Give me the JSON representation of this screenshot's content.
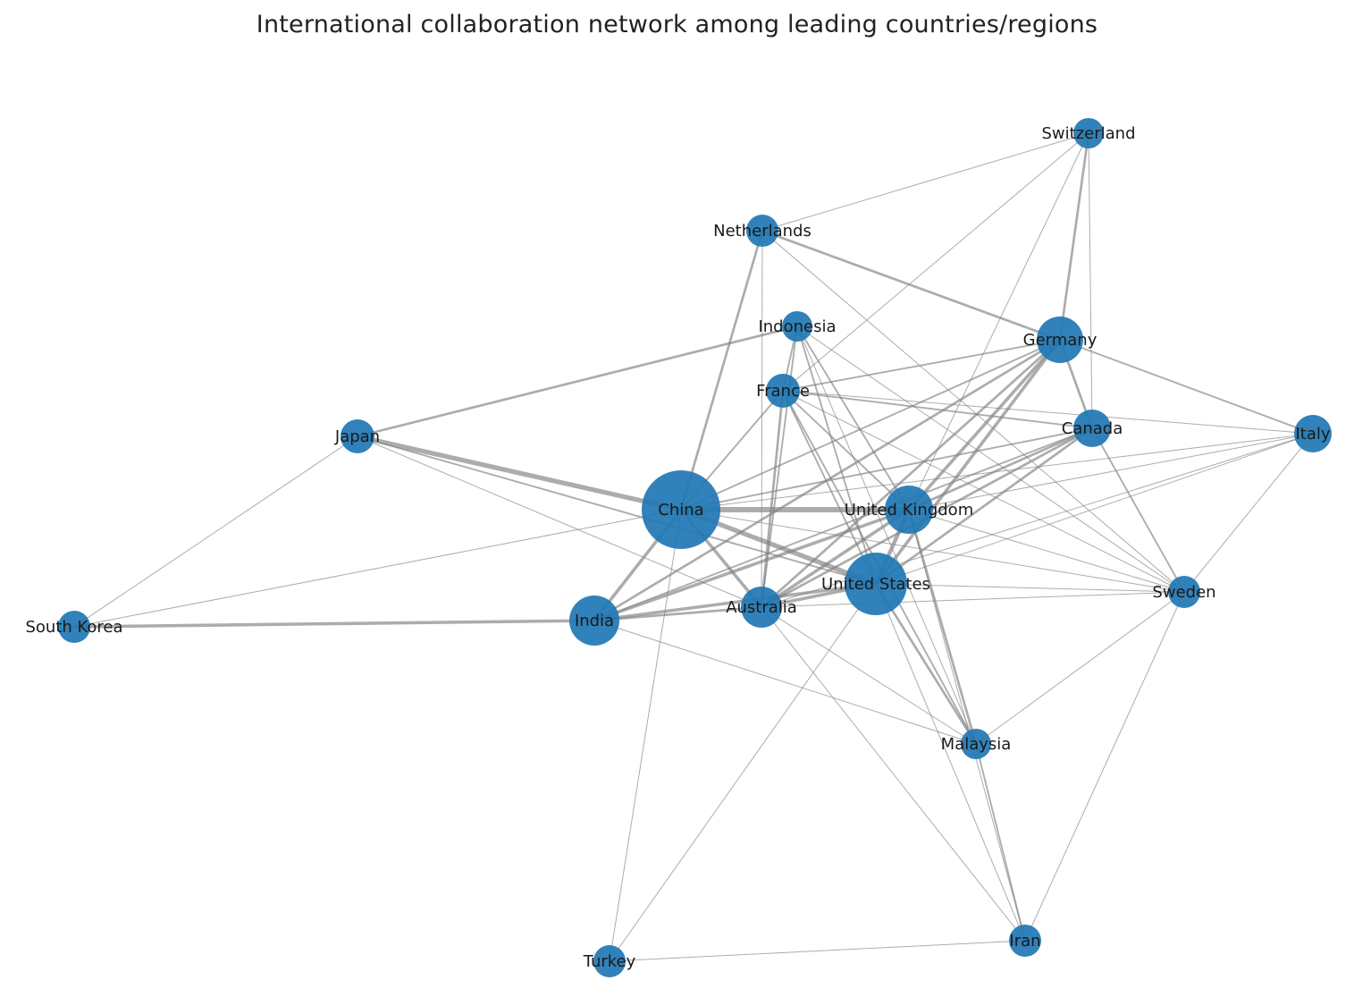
{
  "title": "International collaboration network among leading countries/regions",
  "colors": {
    "node": "#1f77b4",
    "edge": "#808080",
    "label": "#1a1a1a"
  },
  "nodes": [
    {
      "id": "china",
      "label": "China"
    },
    {
      "id": "uk",
      "label": "United Kingdom"
    },
    {
      "id": "us",
      "label": "United States"
    },
    {
      "id": "india",
      "label": "India"
    },
    {
      "id": "germany",
      "label": "Germany"
    },
    {
      "id": "australia",
      "label": "Australia"
    },
    {
      "id": "canada",
      "label": "Canada"
    },
    {
      "id": "france",
      "label": "France"
    },
    {
      "id": "netherlands",
      "label": "Netherlands"
    },
    {
      "id": "indonesia",
      "label": "Indonesia"
    },
    {
      "id": "switzerland",
      "label": "Switzerland"
    },
    {
      "id": "japan",
      "label": "Japan"
    },
    {
      "id": "italy",
      "label": "Italy"
    },
    {
      "id": "sweden",
      "label": "Sweden"
    },
    {
      "id": "southkorea",
      "label": "South Korea"
    },
    {
      "id": "malaysia",
      "label": "Malaysia"
    },
    {
      "id": "iran",
      "label": "Iran"
    },
    {
      "id": "turkey",
      "label": "Turkey"
    }
  ],
  "edges": [
    {
      "source": "china",
      "target": "uk",
      "weight": 7
    },
    {
      "source": "china",
      "target": "us",
      "weight": 6
    },
    {
      "source": "china",
      "target": "japan",
      "weight": 6
    },
    {
      "source": "china",
      "target": "india",
      "weight": 4
    },
    {
      "source": "china",
      "target": "australia",
      "weight": 4
    },
    {
      "source": "china",
      "target": "netherlands",
      "weight": 3
    },
    {
      "source": "china",
      "target": "france",
      "weight": 2
    },
    {
      "source": "china",
      "target": "germany",
      "weight": 2
    },
    {
      "source": "china",
      "target": "canada",
      "weight": 2
    },
    {
      "source": "china",
      "target": "southkorea",
      "weight": 1
    },
    {
      "source": "china",
      "target": "turkey",
      "weight": 1
    },
    {
      "source": "china",
      "target": "italy",
      "weight": 1
    },
    {
      "source": "china",
      "target": "sweden",
      "weight": 1
    },
    {
      "source": "uk",
      "target": "us",
      "weight": 5
    },
    {
      "source": "uk",
      "target": "india",
      "weight": 4
    },
    {
      "source": "uk",
      "target": "australia",
      "weight": 4
    },
    {
      "source": "uk",
      "target": "germany",
      "weight": 4
    },
    {
      "source": "uk",
      "target": "canada",
      "weight": 3
    },
    {
      "source": "uk",
      "target": "france",
      "weight": 2
    },
    {
      "source": "uk",
      "target": "malaysia",
      "weight": 3
    },
    {
      "source": "uk",
      "target": "indonesia",
      "weight": 2
    },
    {
      "source": "uk",
      "target": "italy",
      "weight": 1
    },
    {
      "source": "uk",
      "target": "sweden",
      "weight": 1
    },
    {
      "source": "uk",
      "target": "switzerland",
      "weight": 1
    },
    {
      "source": "uk",
      "target": "iran",
      "weight": 1
    },
    {
      "source": "us",
      "target": "india",
      "weight": 4
    },
    {
      "source": "us",
      "target": "australia",
      "weight": 4
    },
    {
      "source": "us",
      "target": "germany",
      "weight": 4
    },
    {
      "source": "us",
      "target": "canada",
      "weight": 3
    },
    {
      "source": "us",
      "target": "france",
      "weight": 2
    },
    {
      "source": "us",
      "target": "japan",
      "weight": 2
    },
    {
      "source": "us",
      "target": "malaysia",
      "weight": 3
    },
    {
      "source": "us",
      "target": "indonesia",
      "weight": 2
    },
    {
      "source": "us",
      "target": "turkey",
      "weight": 1
    },
    {
      "source": "us",
      "target": "italy",
      "weight": 1
    },
    {
      "source": "us",
      "target": "sweden",
      "weight": 1
    },
    {
      "source": "us",
      "target": "iran",
      "weight": 1
    },
    {
      "source": "india",
      "target": "southkorea",
      "weight": 4
    },
    {
      "source": "india",
      "target": "australia",
      "weight": 3
    },
    {
      "source": "india",
      "target": "germany",
      "weight": 3
    },
    {
      "source": "india",
      "target": "canada",
      "weight": 2
    },
    {
      "source": "india",
      "target": "malaysia",
      "weight": 1
    },
    {
      "source": "germany",
      "target": "australia",
      "weight": 3
    },
    {
      "source": "germany",
      "target": "netherlands",
      "weight": 3
    },
    {
      "source": "germany",
      "target": "switzerland",
      "weight": 3
    },
    {
      "source": "germany",
      "target": "canada",
      "weight": 3
    },
    {
      "source": "germany",
      "target": "france",
      "weight": 2
    },
    {
      "source": "germany",
      "target": "italy",
      "weight": 2
    },
    {
      "source": "australia",
      "target": "france",
      "weight": 3
    },
    {
      "source": "australia",
      "target": "canada",
      "weight": 3
    },
    {
      "source": "australia",
      "target": "indonesia",
      "weight": 2
    },
    {
      "source": "australia",
      "target": "japan",
      "weight": 1
    },
    {
      "source": "australia",
      "target": "malaysia",
      "weight": 1
    },
    {
      "source": "australia",
      "target": "iran",
      "weight": 1
    },
    {
      "source": "australia",
      "target": "sweden",
      "weight": 1
    },
    {
      "source": "australia",
      "target": "netherlands",
      "weight": 1
    },
    {
      "source": "canada",
      "target": "france",
      "weight": 2
    },
    {
      "source": "canada",
      "target": "switzerland",
      "weight": 1
    },
    {
      "source": "canada",
      "target": "sweden",
      "weight": 2
    },
    {
      "source": "france",
      "target": "switzerland",
      "weight": 1
    },
    {
      "source": "france",
      "target": "indonesia",
      "weight": 2
    },
    {
      "source": "france",
      "target": "sweden",
      "weight": 1
    },
    {
      "source": "france",
      "target": "malaysia",
      "weight": 2
    },
    {
      "source": "france",
      "target": "italy",
      "weight": 1
    },
    {
      "source": "netherlands",
      "target": "switzerland",
      "weight": 1
    },
    {
      "source": "netherlands",
      "target": "sweden",
      "weight": 1
    },
    {
      "source": "indonesia",
      "target": "japan",
      "weight": 3
    },
    {
      "source": "indonesia",
      "target": "malaysia",
      "weight": 1
    },
    {
      "source": "indonesia",
      "target": "sweden",
      "weight": 1
    },
    {
      "source": "japan",
      "target": "southkorea",
      "weight": 1
    },
    {
      "source": "italy",
      "target": "sweden",
      "weight": 1
    },
    {
      "source": "italy",
      "target": "australia",
      "weight": 1
    },
    {
      "source": "sweden",
      "target": "malaysia",
      "weight": 1
    },
    {
      "source": "sweden",
      "target": "iran",
      "weight": 1
    },
    {
      "source": "malaysia",
      "target": "iran",
      "weight": 2
    },
    {
      "source": "iran",
      "target": "turkey",
      "weight": 1
    }
  ]
}
